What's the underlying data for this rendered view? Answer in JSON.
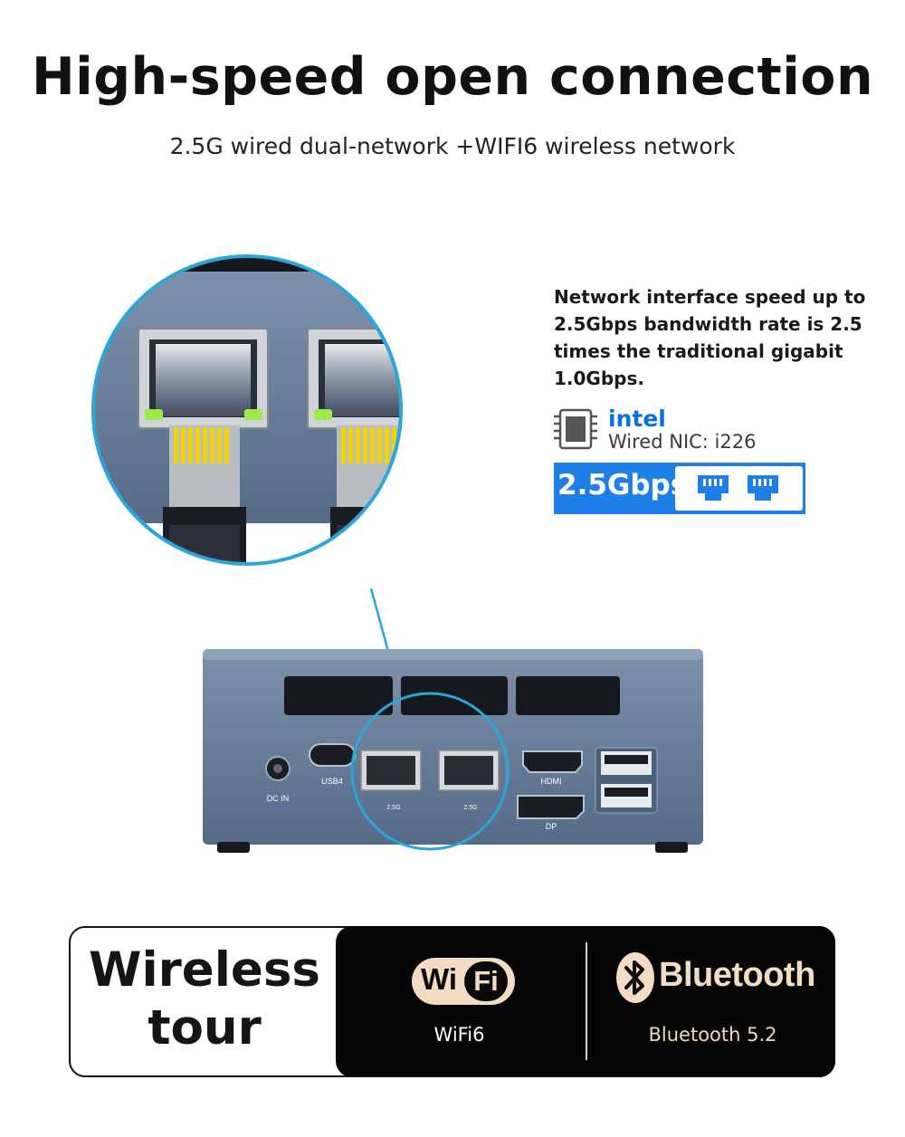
{
  "header": {
    "title": "High-speed open connection",
    "subtitle": "2.5G wired dual-network +WIFI6 wireless network"
  },
  "spec": {
    "description_lines": [
      "Network interface speed up to",
      "2.5Gbps bandwidth rate is 2.5",
      "times the traditional gigabit",
      "1.0Gbps."
    ],
    "brand": "intel",
    "nic": "Wired NIC: i226",
    "speed_label": "2.5Gbps"
  },
  "device": {
    "ports": {
      "usb4": "USB4",
      "dc_in": "DC IN",
      "hdmi": "HDMI",
      "dp": "DP",
      "lan_speed_1": "2.5G",
      "lan_speed_2": "2.5G"
    }
  },
  "wireless": {
    "title_line1": "Wireless",
    "title_line2": "tour",
    "wifi_logo_w": "Wi",
    "wifi_logo_fi": "Fi",
    "wifi_caption": "WiFi6",
    "bluetooth_word": "Bluetooth",
    "bluetooth_caption": "Bluetooth 5.2"
  },
  "colors": {
    "accent_blue": "#1f7fe8",
    "intel_blue": "#0b6fe0",
    "device_body": "#5f7592",
    "circle_outline": "#2aa6d9",
    "bluetooth_gold": "#f2dcc3"
  }
}
